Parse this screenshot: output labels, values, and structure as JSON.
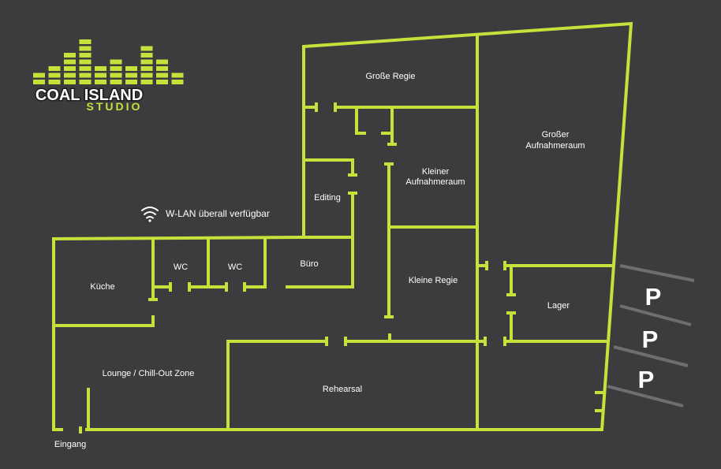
{
  "colors": {
    "background": "#3c3c3e",
    "wall": "#c8e03a",
    "text": "#ffffff",
    "parking_line": "#6e6e70"
  },
  "logo": {
    "line1": "COAL ISLAND",
    "line2": "STUDIO"
  },
  "wifi": {
    "icon": "wifi-icon",
    "text": "W-LAN überall verfügbar"
  },
  "rooms": {
    "grosse_regie": "Große Regie",
    "grosser_aufnahmeraum_1": "Großer",
    "grosser_aufnahmeraum_2": "Aufnahmeraum",
    "kleiner_aufnahmeraum_1": "Kleiner",
    "kleiner_aufnahmeraum_2": "Aufnahmeraum",
    "editing": "Editing",
    "kueche": "Küche",
    "wc_1": "WC",
    "wc_2": "WC",
    "buero": "Büro",
    "kleine_regie": "Kleine Regie",
    "lager": "Lager",
    "lounge": "Lounge / Chill-Out Zone",
    "rehearsal": "Rehearsal",
    "eingang": "Eingang"
  },
  "parking": [
    "P",
    "P",
    "P"
  ]
}
